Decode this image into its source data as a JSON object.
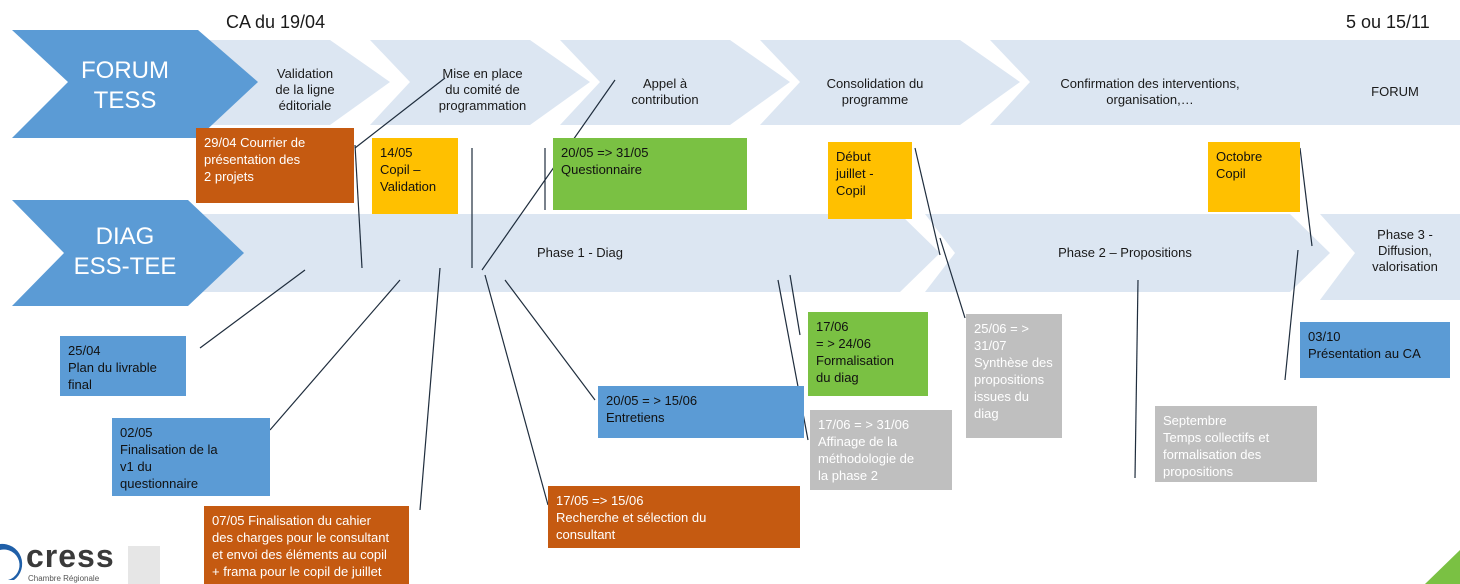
{
  "dates": {
    "left": "CA du 19/04",
    "right": "5 ou 15/11"
  },
  "headers": {
    "forum": "FORUM\nTESS",
    "diag": "DIAG\nESS-TEE"
  },
  "forum_steps": [
    "Validation\nde la ligne\néditoriale",
    "Mise en place\ndu comité de\nprogrammation",
    "Appel à\ncontribution",
    "Consolidation du\nprogramme",
    "Confirmation des interventions,\norganisation,…",
    "FORUM"
  ],
  "diag_phases": [
    "Phase 1 - Diag",
    "Phase 2 – Propositions",
    "Phase 3 -\nDiffusion,\nvalorisation"
  ],
  "forum_boxes": [
    "29/04 Courrier de\nprésentation des\n2 projets",
    "14/05\nCopil –\nValidation",
    "20/05 => 31/05\nQuestionnaire",
    "Début\njuillet -\nCopil",
    "Octobre\nCopil"
  ],
  "lower_boxes": [
    "25/04\nPlan du livrable\nfinal",
    "02/05\nFinalisation de la\nv1 du\nquestionnaire",
    "07/05 Finalisation du cahier\ndes charges pour le consultant\net envoi des éléments au copil\n+ frama pour le copil de juillet",
    "20/05 = > 15/06\nEntretiens",
    "17/05 => 15/06\nRecherche et sélection du\nconsultant",
    "17/06\n= > 24/06\nFormalisation\ndu diag",
    "17/06 = > 31/06\nAffinage de la\nméthodologie de\nla phase 2",
    "25/06 = >\n31/07\nSynthèse des\npropositions\nissues du\ndiag",
    "Septembre\nTemps collectifs et\nformalisation des\npropositions",
    "03/10\nPrésentation au CA"
  ],
  "logo": {
    "word": "cress",
    "sub": "Chambre Régionale"
  },
  "colors": {
    "blue_dark": "#5b9bd5",
    "chevron_light": "#dce6f2",
    "orange": "#c55a11",
    "yellow": "#ffc000",
    "green": "#7ac143",
    "grey": "#bfbfbf"
  }
}
